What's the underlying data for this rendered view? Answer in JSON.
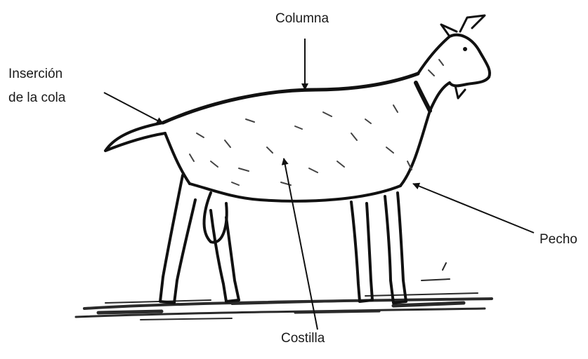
{
  "labels": {
    "columna": "Columna",
    "insercion_cola_line1": "Inserción",
    "insercion_cola_line2": "de la cola",
    "pecho": "Pecho",
    "costilla": "Costilla"
  }
}
